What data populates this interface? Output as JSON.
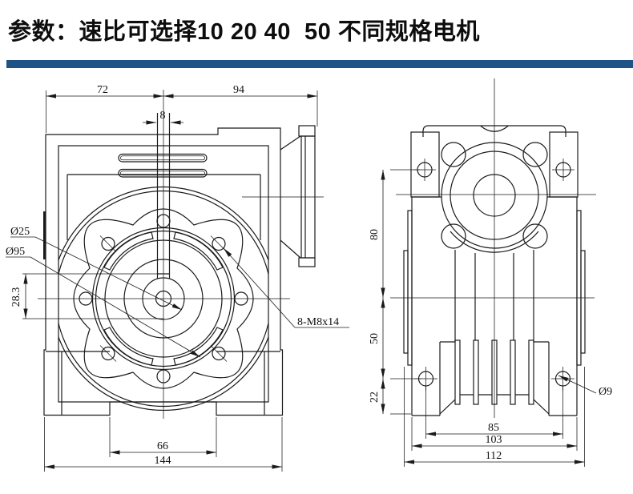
{
  "title": "参数：速比可选择10 20 40  50 不同规格电机",
  "accent_bar_color": "#1f5285",
  "line_color": "#1a1a1a",
  "front_view": {
    "dimensions": {
      "top_left_width": "72",
      "top_right_width": "94",
      "keyway_width": "8",
      "output_bore": "Ø25",
      "bolt_circle": "Ø95",
      "keyway_depth": "28.3",
      "mount_holes": "8-M8x14",
      "foot_gap": "66",
      "overall_width": "144"
    }
  },
  "side_view": {
    "dimensions": {
      "upper_center_height": "80",
      "lower_center_height": "50",
      "foot_hole_height": "22",
      "foot_hole_span": "85",
      "foot_width": "103",
      "overall_width": "112",
      "foot_hole_dia": "Ø9"
    }
  }
}
